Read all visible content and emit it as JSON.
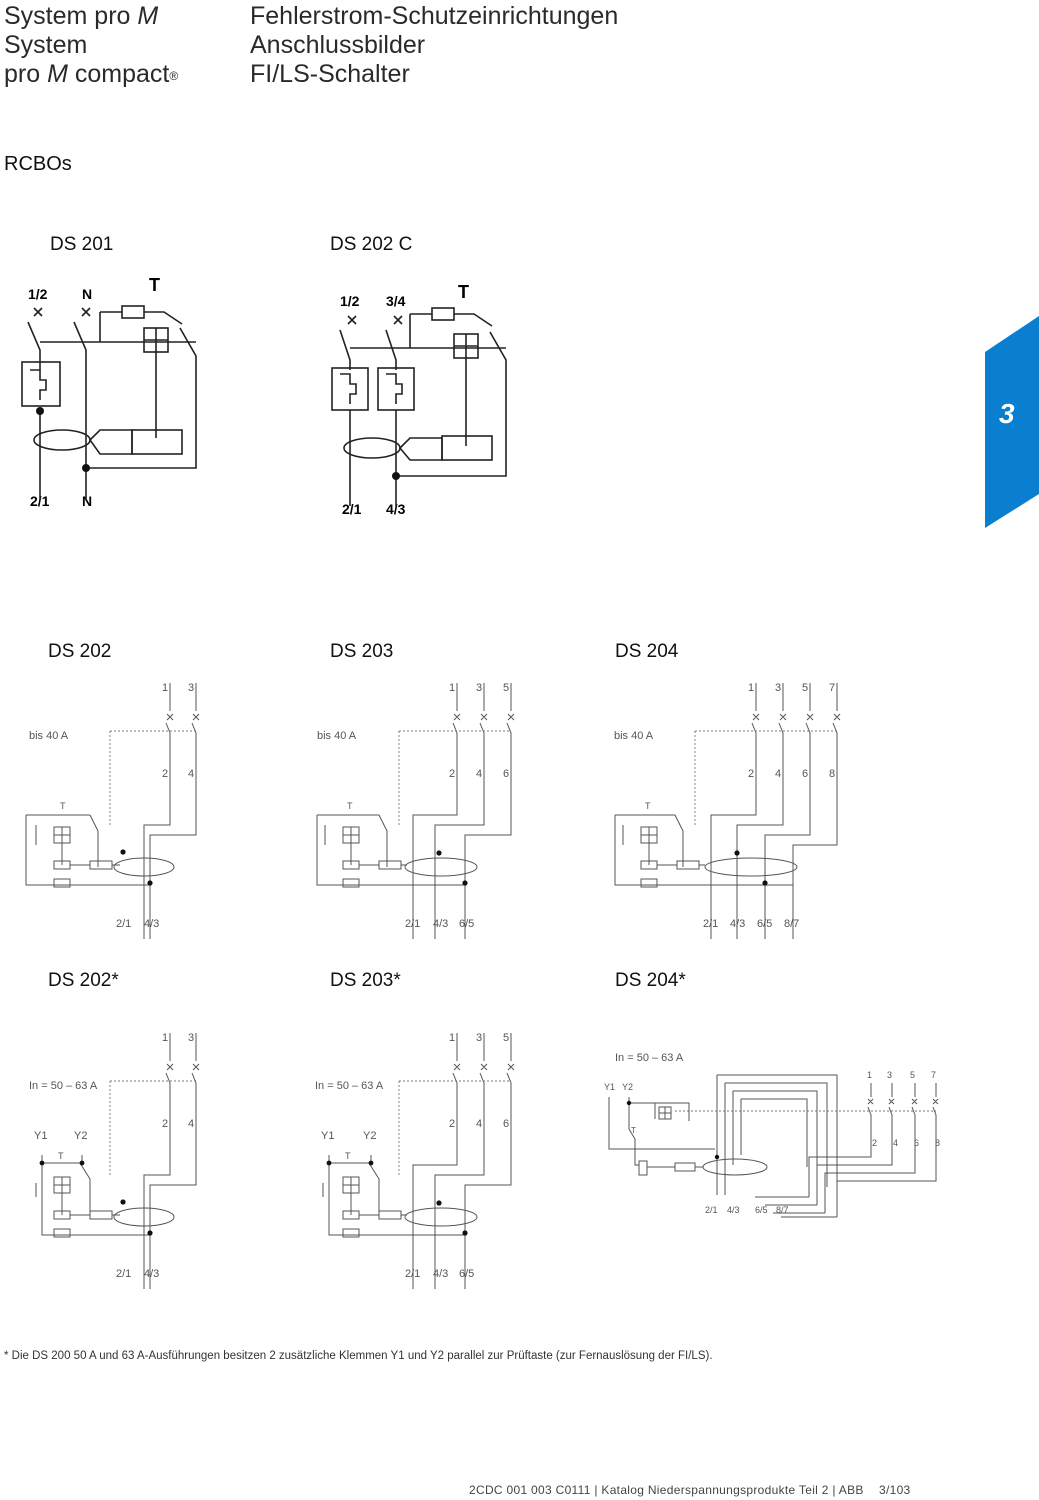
{
  "header": {
    "left_line1_a": "System pro ",
    "left_line1_b": "M",
    "left_line2": "System",
    "left_line3_a": "pro ",
    "left_line3_b": "M",
    "left_line3_c": " compact",
    "left_line3_reg": "®",
    "right_line1": "Fehlerstrom-Schutzeinrichtungen",
    "right_line2": "Anschlussbilder",
    "right_line3": "FI/LS-Schalter"
  },
  "section_title": "RCBOs",
  "side_tab": {
    "number": "3",
    "color": "#0a7fcf"
  },
  "diagrams": {
    "ds201": {
      "title": "DS 201",
      "top_l": "1/2",
      "top_r": "N",
      "bot_l": "2/1",
      "bot_r": "N",
      "test": "T"
    },
    "ds202c": {
      "title": "DS 202 C",
      "top_l": "1/2",
      "top_r": "3/4",
      "bot_l": "2/1",
      "bot_r": "4/3",
      "test": "T"
    },
    "ds202": {
      "title": "DS 202",
      "rating": "bis 40 A",
      "top": [
        "1",
        "3"
      ],
      "mid": [
        "2",
        "4"
      ],
      "bot": [
        "2/1",
        "4/3"
      ],
      "test": "T"
    },
    "ds203": {
      "title": "DS 203",
      "rating": "bis 40 A",
      "top": [
        "1",
        "3",
        "5"
      ],
      "mid": [
        "2",
        "4",
        "6"
      ],
      "bot": [
        "2/1",
        "4/3",
        "6/5"
      ],
      "test": "T"
    },
    "ds204": {
      "title": "DS 204",
      "rating": "bis 40 A",
      "top": [
        "1",
        "3",
        "5",
        "7"
      ],
      "mid": [
        "2",
        "4",
        "6",
        "8"
      ],
      "bot": [
        "2/1",
        "4/3",
        "6/5",
        "8/7"
      ],
      "test": "T"
    },
    "ds202s": {
      "title": "DS 202*",
      "rating": "In = 50 – 63 A",
      "y1": "Y1",
      "y2": "Y2",
      "top": [
        "1",
        "3"
      ],
      "mid": [
        "2",
        "4"
      ],
      "bot": [
        "2/1",
        "4/3"
      ],
      "test": "T"
    },
    "ds203s": {
      "title": "DS 203*",
      "rating": "In = 50 – 63 A",
      "y1": "Y1",
      "y2": "Y2",
      "top": [
        "1",
        "3",
        "5"
      ],
      "mid": [
        "2",
        "4",
        "6"
      ],
      "bot": [
        "2/1",
        "4/3",
        "6/5"
      ],
      "test": "T"
    },
    "ds204s": {
      "title": "DS 204*",
      "rating": "In = 50 – 63 A",
      "y1": "Y1",
      "y2": "Y2",
      "top": [
        "1",
        "3",
        "5",
        "7"
      ],
      "mid": [
        "2",
        "4",
        "6",
        "8"
      ],
      "bot": [
        "2/1",
        "4/3",
        "6/5",
        "8/7"
      ],
      "test": "T"
    }
  },
  "footnote": "* Die DS 200 50 A und 63 A-Ausführungen besitzen 2 zusätzliche Klemmen Y1 und Y2 parallel zur Prüftaste (zur Fernauslösung der FI/LS).",
  "footer": {
    "code": "2CDC 001 003 C0111",
    "sep1": "|",
    "catalog": "Katalog Niederspannungsprodukte Teil 2",
    "sep2": "|",
    "brand": "ABB",
    "page": "3/103"
  }
}
